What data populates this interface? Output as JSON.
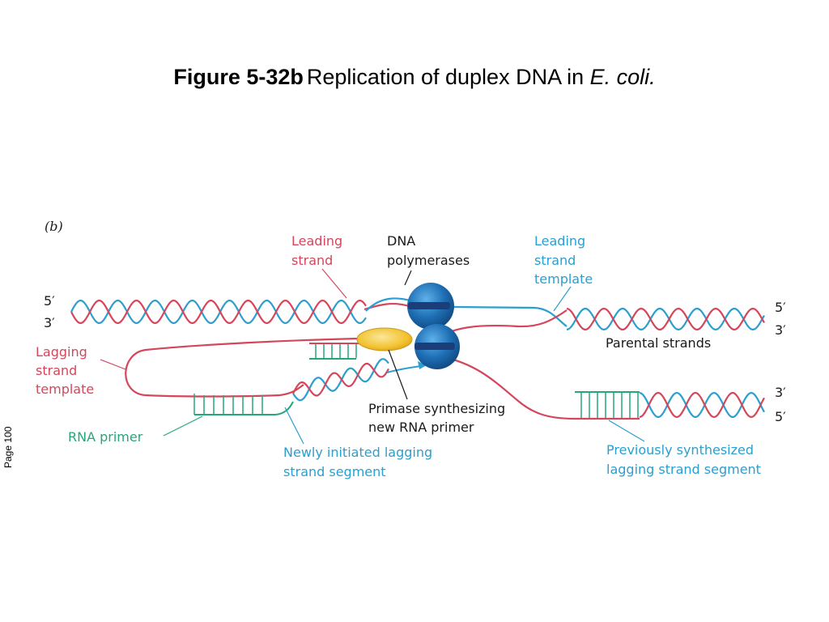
{
  "title": {
    "figure_number": "Figure 5-32b",
    "text": "Replication of duplex DNA in ",
    "organism": "E. coli."
  },
  "page_label": "Page 100",
  "diagram": {
    "panel_label": "(b)",
    "ends": {
      "left_top": "5′",
      "left_bottom": "3′",
      "right_upper_top": "5′",
      "right_upper_bottom": "3′",
      "right_lower_top": "3′",
      "right_lower_bottom": "5′"
    },
    "labels": {
      "leading_strand": [
        "Leading",
        "strand"
      ],
      "dna_polymerases": [
        "DNA",
        "polymerases"
      ],
      "leading_strand_template": [
        "Leading",
        "strand",
        "template"
      ],
      "lagging_strand_template": [
        "Lagging",
        "strand",
        "template"
      ],
      "parental_strands": "Parental strands",
      "primase": [
        "Primase synthesizing",
        "new RNA primer"
      ],
      "rna_primer": "RNA primer",
      "newly_initiated": [
        "Newly initiated lagging",
        "strand segment"
      ],
      "previously_synthesized": [
        "Previously synthesized",
        "lagging strand segment"
      ]
    },
    "colors": {
      "strand_red": "#d4465c",
      "strand_blue": "#2a9fd0",
      "primer_green": "#27a67c",
      "polymerase_blue": "#1f6fb5",
      "primase_yellow": "#f2c230"
    }
  }
}
